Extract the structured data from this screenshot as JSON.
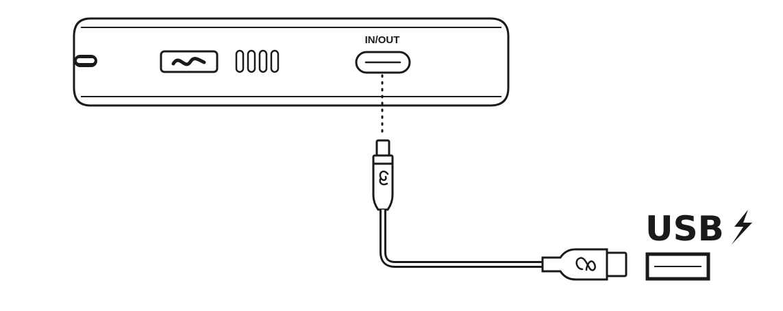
{
  "device": {
    "port_label": "IN/OUT",
    "logo_icon": "wave-logo-icon",
    "led_count": 4
  },
  "cable": {
    "connector_a": "usb-c-plug-icon",
    "connector_b": "usb-a-plug-icon",
    "brand_icon": "swirl-logo-icon"
  },
  "charger": {
    "label": "USB",
    "power_icon": "lightning-bolt-icon",
    "port_icon": "usb-a-port-icon"
  },
  "colors": {
    "stroke": "#1a1a1a",
    "background": "#ffffff"
  }
}
